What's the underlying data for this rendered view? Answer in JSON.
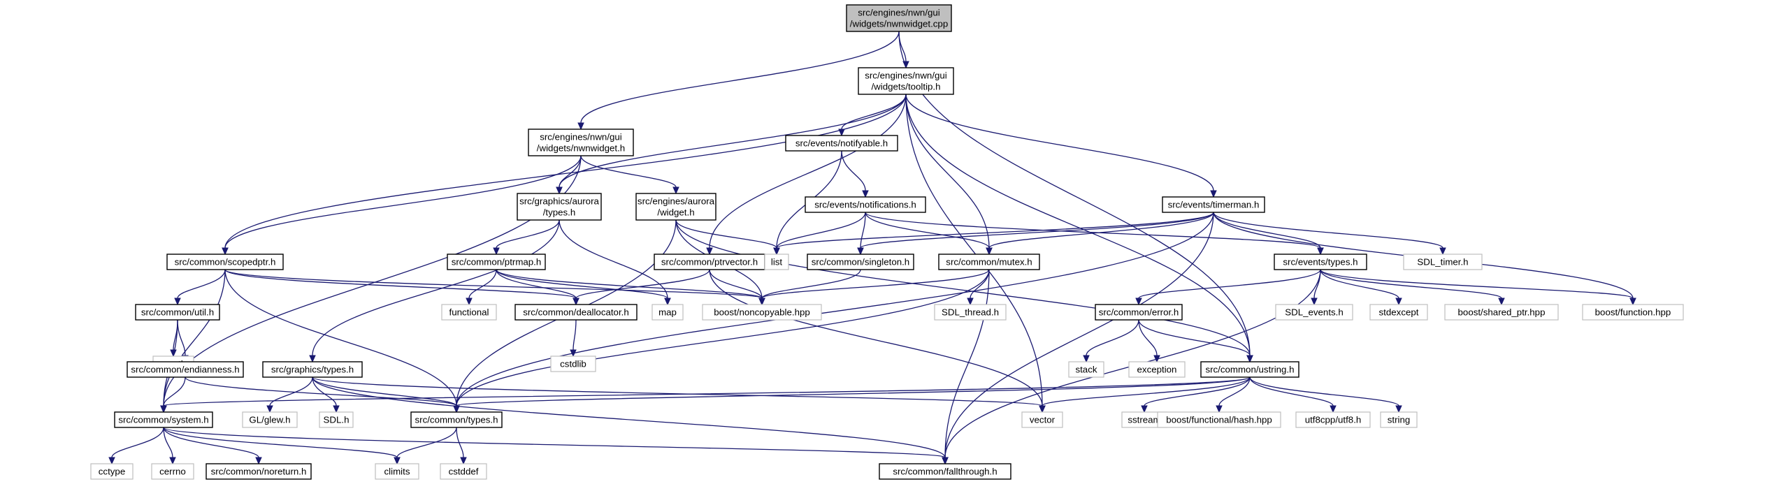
{
  "graph": {
    "nodes": [
      {
        "id": "nwnwidget_cpp",
        "lines": [
          "src/engines/nwn/gui",
          "/widgets/nwnwidget.cpp"
        ],
        "kind": "root"
      },
      {
        "id": "tooltip_h",
        "lines": [
          "src/engines/nwn/gui",
          "/widgets/tooltip.h"
        ],
        "kind": "local"
      },
      {
        "id": "nwnwidget_h",
        "lines": [
          "src/engines/nwn/gui",
          "/widgets/nwnwidget.h"
        ],
        "kind": "local"
      },
      {
        "id": "notifyable_h",
        "lines": [
          "src/events/notifyable.h"
        ],
        "kind": "local"
      },
      {
        "id": "aurora_types_h",
        "lines": [
          "src/graphics/aurora",
          "/types.h"
        ],
        "kind": "local"
      },
      {
        "id": "aurora_widget_h",
        "lines": [
          "src/engines/aurora",
          "/widget.h"
        ],
        "kind": "local"
      },
      {
        "id": "notifications_h",
        "lines": [
          "src/events/notifications.h"
        ],
        "kind": "local"
      },
      {
        "id": "timerman_h",
        "lines": [
          "src/events/timerman.h"
        ],
        "kind": "local"
      },
      {
        "id": "scopedptr_h",
        "lines": [
          "src/common/scopedptr.h"
        ],
        "kind": "local"
      },
      {
        "id": "ptrmap_h",
        "lines": [
          "src/common/ptrmap.h"
        ],
        "kind": "local"
      },
      {
        "id": "ptrvector_h",
        "lines": [
          "src/common/ptrvector.h"
        ],
        "kind": "local"
      },
      {
        "id": "list",
        "lines": [
          "list"
        ],
        "kind": "ext"
      },
      {
        "id": "singleton_h",
        "lines": [
          "src/common/singleton.h"
        ],
        "kind": "local"
      },
      {
        "id": "mutex_h",
        "lines": [
          "src/common/mutex.h"
        ],
        "kind": "local"
      },
      {
        "id": "events_types_h",
        "lines": [
          "src/events/types.h"
        ],
        "kind": "local"
      },
      {
        "id": "sdl_timer_h",
        "lines": [
          "SDL_timer.h"
        ],
        "kind": "ext"
      },
      {
        "id": "util_h",
        "lines": [
          "src/common/util.h"
        ],
        "kind": "local"
      },
      {
        "id": "functional",
        "lines": [
          "functional"
        ],
        "kind": "ext"
      },
      {
        "id": "deallocator_h",
        "lines": [
          "src/common/deallocator.h"
        ],
        "kind": "local"
      },
      {
        "id": "map",
        "lines": [
          "map"
        ],
        "kind": "ext"
      },
      {
        "id": "noncopyable_hpp",
        "lines": [
          "boost/noncopyable.hpp"
        ],
        "kind": "ext"
      },
      {
        "id": "sdl_thread_h",
        "lines": [
          "SDL_thread.h"
        ],
        "kind": "ext"
      },
      {
        "id": "error_h",
        "lines": [
          "src/common/error.h"
        ],
        "kind": "local"
      },
      {
        "id": "sdl_events_h",
        "lines": [
          "SDL_events.h"
        ],
        "kind": "ext"
      },
      {
        "id": "stdexcept",
        "lines": [
          "stdexcept"
        ],
        "kind": "ext"
      },
      {
        "id": "shared_ptr_hpp",
        "lines": [
          "boost/shared_ptr.hpp"
        ],
        "kind": "ext"
      },
      {
        "id": "function_hpp",
        "lines": [
          "boost/function.hpp"
        ],
        "kind": "ext"
      },
      {
        "id": "cmath",
        "lines": [
          "cmath"
        ],
        "kind": "ext"
      },
      {
        "id": "endianness_h",
        "lines": [
          "src/common/endianness.h"
        ],
        "kind": "local"
      },
      {
        "id": "cstdlib",
        "lines": [
          "cstdlib"
        ],
        "kind": "ext"
      },
      {
        "id": "graphics_types_h",
        "lines": [
          "src/graphics/types.h"
        ],
        "kind": "local"
      },
      {
        "id": "stack",
        "lines": [
          "stack"
        ],
        "kind": "ext"
      },
      {
        "id": "exception",
        "lines": [
          "exception"
        ],
        "kind": "ext"
      },
      {
        "id": "ustring_h",
        "lines": [
          "src/common/ustring.h"
        ],
        "kind": "local"
      },
      {
        "id": "system_h",
        "lines": [
          "src/common/system.h"
        ],
        "kind": "local"
      },
      {
        "id": "glew_h",
        "lines": [
          "GL/glew.h"
        ],
        "kind": "ext"
      },
      {
        "id": "sdl_h",
        "lines": [
          "SDL.h"
        ],
        "kind": "ext"
      },
      {
        "id": "common_types_h",
        "lines": [
          "src/common/types.h"
        ],
        "kind": "local"
      },
      {
        "id": "vector",
        "lines": [
          "vector"
        ],
        "kind": "ext"
      },
      {
        "id": "sstream",
        "lines": [
          "sstream"
        ],
        "kind": "ext"
      },
      {
        "id": "hash_hpp",
        "lines": [
          "boost/functional/hash.hpp"
        ],
        "kind": "ext"
      },
      {
        "id": "utf8_h",
        "lines": [
          "utf8cpp/utf8.h"
        ],
        "kind": "ext"
      },
      {
        "id": "string",
        "lines": [
          "string"
        ],
        "kind": "ext"
      },
      {
        "id": "cctype",
        "lines": [
          "cctype"
        ],
        "kind": "ext"
      },
      {
        "id": "cerrno",
        "lines": [
          "cerrno"
        ],
        "kind": "ext"
      },
      {
        "id": "noreturn_h",
        "lines": [
          "src/common/noreturn.h"
        ],
        "kind": "local"
      },
      {
        "id": "climits",
        "lines": [
          "climits"
        ],
        "kind": "ext"
      },
      {
        "id": "cstddef",
        "lines": [
          "cstddef"
        ],
        "kind": "ext"
      },
      {
        "id": "fallthrough_h",
        "lines": [
          "src/common/fallthrough.h"
        ],
        "kind": "local"
      }
    ],
    "edges": [
      [
        "nwnwidget_cpp",
        "tooltip_h"
      ],
      [
        "nwnwidget_cpp",
        "nwnwidget_h"
      ],
      [
        "nwnwidget_cpp",
        "ustring_h"
      ],
      [
        "tooltip_h",
        "notifyable_h"
      ],
      [
        "tooltip_h",
        "aurora_types_h"
      ],
      [
        "tooltip_h",
        "scopedptr_h"
      ],
      [
        "tooltip_h",
        "ptrvector_h"
      ],
      [
        "tooltip_h",
        "mutex_h"
      ],
      [
        "tooltip_h",
        "timerman_h"
      ],
      [
        "tooltip_h",
        "vector"
      ],
      [
        "tooltip_h",
        "ustring_h"
      ],
      [
        "nwnwidget_h",
        "aurora_types_h"
      ],
      [
        "nwnwidget_h",
        "aurora_widget_h"
      ],
      [
        "nwnwidget_h",
        "scopedptr_h"
      ],
      [
        "nwnwidget_h",
        "system_h"
      ],
      [
        "notifyable_h",
        "notifications_h"
      ],
      [
        "notifyable_h",
        "list"
      ],
      [
        "aurora_types_h",
        "ptrmap_h"
      ],
      [
        "aurora_types_h",
        "graphics_types_h"
      ],
      [
        "aurora_types_h",
        "map"
      ],
      [
        "aurora_widget_h",
        "list"
      ],
      [
        "aurora_widget_h",
        "noncopyable_hpp"
      ],
      [
        "aurora_widget_h",
        "common_types_h"
      ],
      [
        "aurora_widget_h",
        "ustring_h"
      ],
      [
        "notifications_h",
        "list"
      ],
      [
        "notifications_h",
        "singleton_h"
      ],
      [
        "notifications_h",
        "mutex_h"
      ],
      [
        "notifications_h",
        "events_types_h"
      ],
      [
        "timerman_h",
        "list"
      ],
      [
        "timerman_h",
        "singleton_h"
      ],
      [
        "timerman_h",
        "mutex_h"
      ],
      [
        "timerman_h",
        "events_types_h"
      ],
      [
        "timerman_h",
        "sdl_timer_h"
      ],
      [
        "timerman_h",
        "function_hpp"
      ],
      [
        "timerman_h",
        "common_types_h"
      ],
      [
        "timerman_h",
        "fallthrough_h"
      ],
      [
        "scopedptr_h",
        "util_h"
      ],
      [
        "scopedptr_h",
        "deallocator_h"
      ],
      [
        "scopedptr_h",
        "noncopyable_hpp"
      ],
      [
        "scopedptr_h",
        "system_h"
      ],
      [
        "scopedptr_h",
        "common_types_h"
      ],
      [
        "ptrmap_h",
        "functional"
      ],
      [
        "ptrmap_h",
        "deallocator_h"
      ],
      [
        "ptrmap_h",
        "map"
      ],
      [
        "ptrmap_h",
        "noncopyable_hpp"
      ],
      [
        "ptrvector_h",
        "deallocator_h"
      ],
      [
        "ptrvector_h",
        "noncopyable_hpp"
      ],
      [
        "ptrvector_h",
        "vector"
      ],
      [
        "singleton_h",
        "noncopyable_hpp"
      ],
      [
        "mutex_h",
        "noncopyable_hpp"
      ],
      [
        "mutex_h",
        "sdl_thread_h"
      ],
      [
        "mutex_h",
        "common_types_h"
      ],
      [
        "mutex_h",
        "fallthrough_h"
      ],
      [
        "events_types_h",
        "error_h"
      ],
      [
        "events_types_h",
        "sdl_events_h"
      ],
      [
        "events_types_h",
        "stdexcept"
      ],
      [
        "events_types_h",
        "shared_ptr_hpp"
      ],
      [
        "events_types_h",
        "function_hpp"
      ],
      [
        "events_types_h",
        "fallthrough_h"
      ],
      [
        "util_h",
        "cmath"
      ],
      [
        "util_h",
        "endianness_h"
      ],
      [
        "util_h",
        "system_h"
      ],
      [
        "deallocator_h",
        "cstdlib"
      ],
      [
        "error_h",
        "stack"
      ],
      [
        "error_h",
        "exception"
      ],
      [
        "error_h",
        "ustring_h"
      ],
      [
        "endianness_h",
        "system_h"
      ],
      [
        "endianness_h",
        "common_types_h"
      ],
      [
        "graphics_types_h",
        "glew_h"
      ],
      [
        "graphics_types_h",
        "sdl_h"
      ],
      [
        "graphics_types_h",
        "common_types_h"
      ],
      [
        "graphics_types_h",
        "vector"
      ],
      [
        "graphics_types_h",
        "fallthrough_h"
      ],
      [
        "ustring_h",
        "system_h"
      ],
      [
        "ustring_h",
        "common_types_h"
      ],
      [
        "ustring_h",
        "vector"
      ],
      [
        "ustring_h",
        "sstream"
      ],
      [
        "ustring_h",
        "hash_hpp"
      ],
      [
        "ustring_h",
        "utf8_h"
      ],
      [
        "ustring_h",
        "string"
      ],
      [
        "system_h",
        "cctype"
      ],
      [
        "system_h",
        "cerrno"
      ],
      [
        "system_h",
        "noreturn_h"
      ],
      [
        "system_h",
        "climits"
      ],
      [
        "system_h",
        "fallthrough_h"
      ],
      [
        "common_types_h",
        "climits"
      ],
      [
        "common_types_h",
        "cstddef"
      ]
    ]
  }
}
